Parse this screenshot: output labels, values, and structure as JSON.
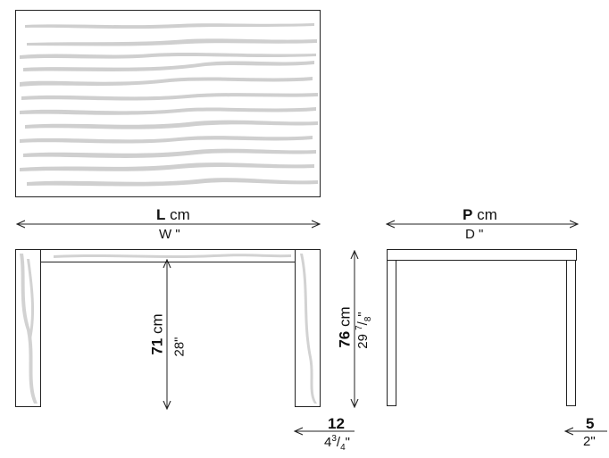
{
  "top_view": {
    "pattern": "wood-grain-veneer",
    "stroke_color": "#c8c8c8"
  },
  "front_view": {
    "length": {
      "symbol": "L",
      "unit_metric": "cm",
      "symbol_imperial": "W",
      "unit_imperial": "\""
    },
    "inner_height": {
      "value_metric": "71",
      "unit_metric": "cm",
      "value_imperial": "28\""
    },
    "total_height": {
      "value_metric": "76",
      "unit_metric": "cm",
      "value_imperial_whole": "29",
      "value_imperial_num": "7",
      "value_imperial_den": "8",
      "value_imperial_unit": "\""
    },
    "leg_width": {
      "value_metric": "12",
      "value_imperial_whole": "4",
      "value_imperial_num": "3",
      "value_imperial_den": "4",
      "value_imperial_unit": "\""
    }
  },
  "side_view": {
    "depth": {
      "symbol": "P",
      "unit_metric": "cm",
      "symbol_imperial": "D",
      "unit_imperial": "\""
    },
    "leg_width": {
      "value_metric": "5",
      "value_imperial": "2\""
    }
  },
  "colors": {
    "line": "#222222",
    "grain": "#c8c8c8"
  }
}
